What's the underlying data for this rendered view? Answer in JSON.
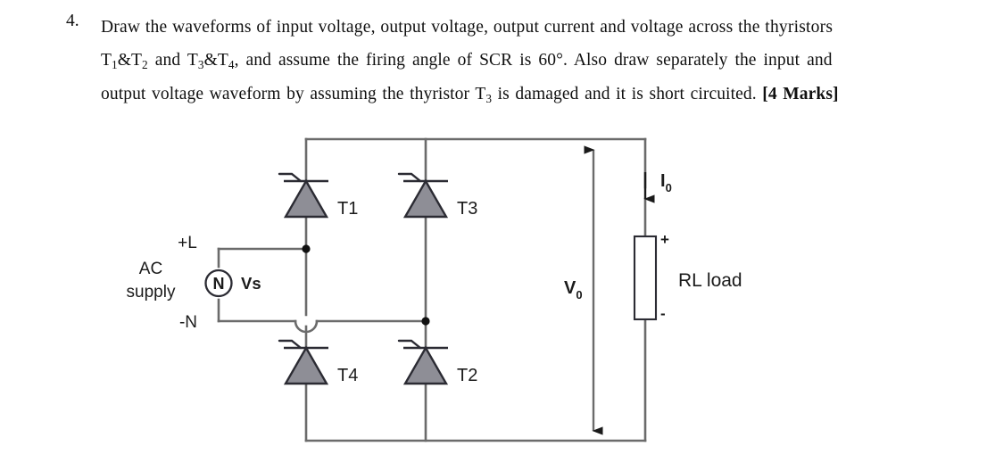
{
  "question": {
    "number": "4.",
    "line1": "Draw the waveforms of input voltage, output voltage, output current and voltage across the thyristors",
    "line2_a": "T",
    "line2_sub1": "1",
    "line2_b": "&T",
    "line2_sub2": "2",
    "line2_c": " and T",
    "line2_sub3": "3",
    "line2_d": "&T",
    "line2_sub4": "4",
    "line2_e": ", and assume the firing angle of SCR is 60°. Also draw separately the input and",
    "line3_a": "output voltage waveform by assuming the thyristor T",
    "line3_sub": "3",
    "line3_b": " is damaged and it is short circuited. ",
    "marks": "[4 Marks]"
  },
  "diagram": {
    "title": "single-phase-full-wave-controlled-bridge-rectifier",
    "source_label_line1": "AC",
    "source_label_line2": "supply",
    "source_symbol_text": "N",
    "source_name": "Vs",
    "terminal_live": "+L",
    "terminal_neutral": "-N",
    "thyristors": [
      {
        "id": "T1",
        "label": "T1",
        "position": "top-left"
      },
      {
        "id": "T3",
        "label": "T3",
        "position": "top-right"
      },
      {
        "id": "T4",
        "label": "T4",
        "position": "bottom-left"
      },
      {
        "id": "T2",
        "label": "T2",
        "position": "bottom-right"
      }
    ],
    "output_voltage_label": "V",
    "output_voltage_sub": "0",
    "output_current_label": "I",
    "output_current_sub": "0",
    "load_label": "RL load",
    "load_polarity_plus": "+",
    "load_polarity_minus": "-",
    "colors": {
      "wire": "#6b6b6b",
      "arrow": "#1a1a1a",
      "thyristor_fill": "#8e8e96",
      "thyristor_stroke": "#2b2b33",
      "text": "#1b1b1b",
      "background": "#ffffff"
    }
  }
}
